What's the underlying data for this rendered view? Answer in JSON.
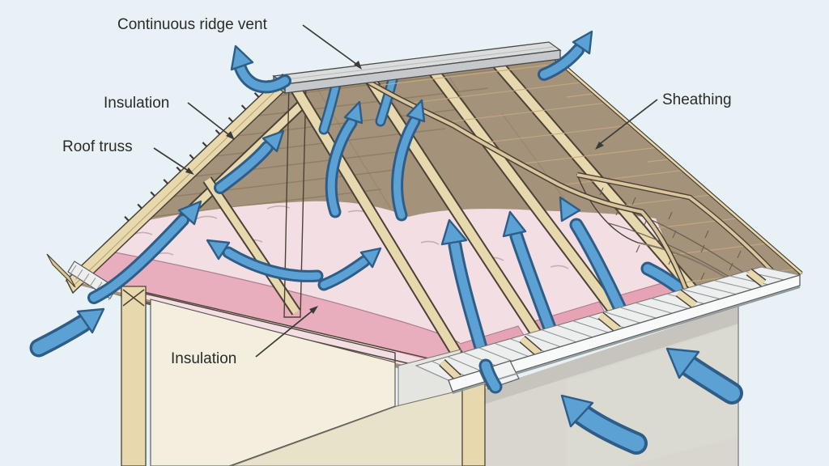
{
  "diagram": {
    "subject": "attic-roof-ventilation-cutaway",
    "labels": {
      "ridge_vent": "Continuous ridge vent",
      "insulation_upper": "Insulation",
      "roof_truss": "Roof truss",
      "sheathing": "Sheathing",
      "insulation_lower": "Insulation"
    },
    "airflow_arrow_count": 15
  },
  "colors": {
    "sky": "#e8f1f6",
    "outline": "#4a4236",
    "wood": "#e8d8ae",
    "wood_mid": "#dcc694",
    "sheathing": "#dbc59d",
    "plank_line": "#c3aa7e",
    "shingle": "#a19279",
    "shingle_line": "#6e6255",
    "underside": "#a5927b",
    "lath": "#8c7a62",
    "insulation_top": "#f3dee3",
    "insulation_front": "#e9aebd",
    "insulation_deep": "#e6a3b5",
    "wall_cream": "#f3eede",
    "wall_gray_panel": "#e4e4e0",
    "floor": "#e9e2cb",
    "ext_wall": "#d8d6ce",
    "ext_wall_shadow": "#c6c4bc",
    "white": "#f8f9f9",
    "soffit": "#edefef",
    "slat": "#8f969b",
    "vent_top": "#dbdddd",
    "vent_front": "#c6c9cb",
    "arrow_fill": "#5ba1d4",
    "arrow_edge": "#2e5d88",
    "text": "#2b2b2b",
    "leader": "#3a3a3a"
  }
}
